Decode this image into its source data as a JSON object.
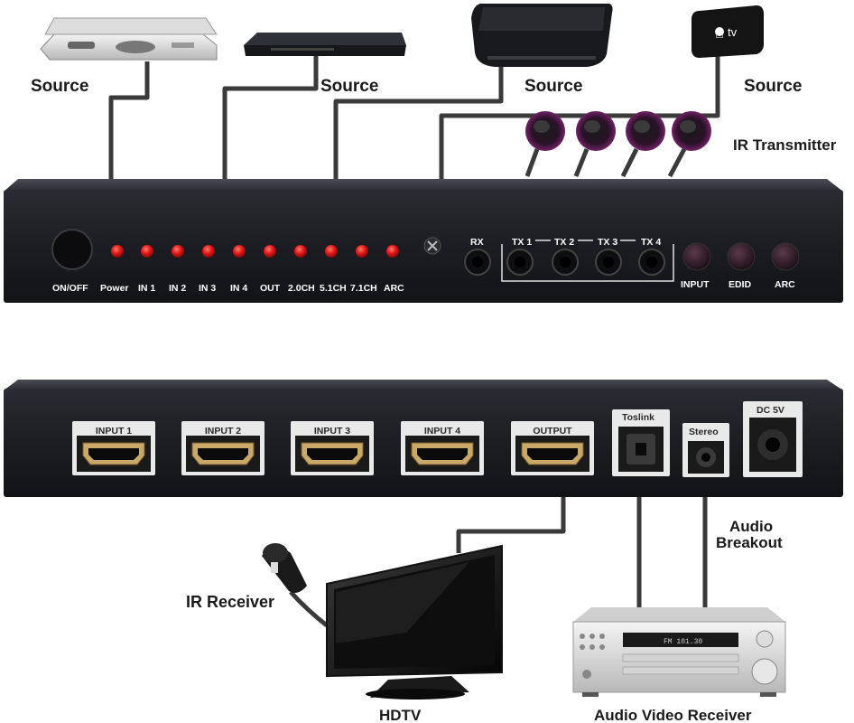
{
  "labels": {
    "source_1": "Source",
    "source_2": "Source",
    "source_3": "Source",
    "source_4": "Source",
    "ir_transmitter": "IR Transmitter",
    "ir_receiver": "IR Receiver",
    "hdtv": "HDTV",
    "audio_breakout_line1": "Audio",
    "audio_breakout_line2": "Breakout",
    "av_receiver": "Audio Video Receiver",
    "appletv_logo": "tv"
  },
  "front_panel": {
    "leds": [
      "Power",
      "IN 1",
      "IN 2",
      "IN 3",
      "IN 4",
      "OUT",
      "2.0CH",
      "5.1CH",
      "7.1CH",
      "ARC"
    ],
    "power_button": "ON/OFF",
    "rx": "RX",
    "tx": [
      "TX 1",
      "TX 2",
      "TX 3",
      "TX 4"
    ],
    "buttons": [
      "INPUT",
      "EDID",
      "ARC"
    ]
  },
  "rear_panel": {
    "ports": [
      "INPUT 1",
      "INPUT 2",
      "INPUT 3",
      "INPUT 4",
      "OUTPUT"
    ],
    "toslink": "Toslink",
    "stereo": "Stereo",
    "dc": "DC 5V"
  },
  "receiver_display": "FM 101.30",
  "colors": {
    "panel": "#1c1d22",
    "led": "#e01818",
    "cable": "#3a3a3a",
    "ir_glow": "#7a1a6e",
    "port_box": "#e9e9e9"
  }
}
